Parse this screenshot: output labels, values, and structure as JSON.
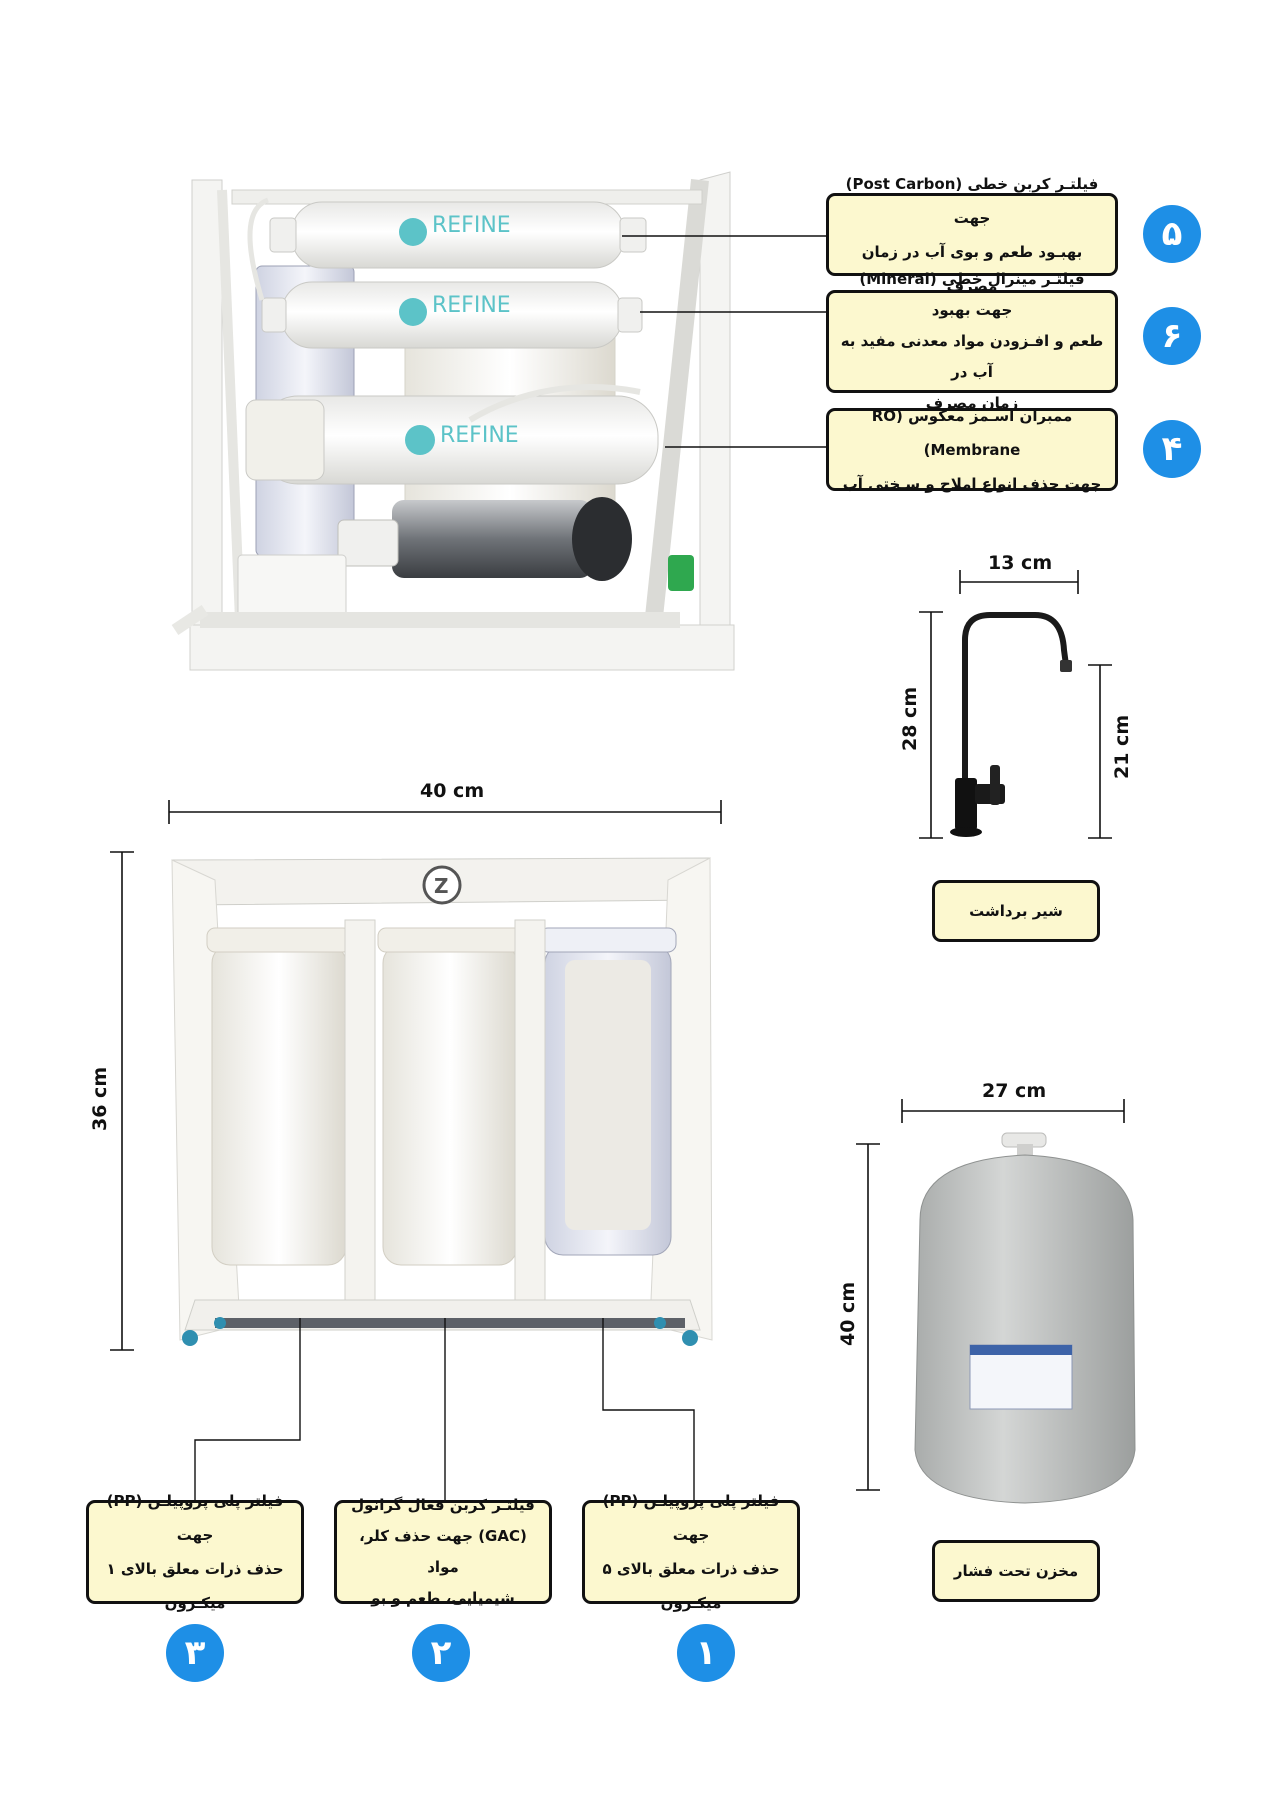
{
  "callouts": {
    "post_carbon": {
      "line1": "فیلتـر کربن خطی (Post Carbon) جهت",
      "line2": "بهبـود طعم و بوی آب در زمان مصرف"
    },
    "mineral": {
      "line1": "فیلتـر مینرال خطی (Mineral) جهت بهبود",
      "line2": "طعم و افـزودن مواد معدنی مفید به آب در",
      "line3": "زمان مصرف"
    },
    "ro_membrane": {
      "line1": "ممبران اسـمز معکوس (RO Membrane)",
      "line2": "جهت حذف انواع املاح و سـختی آب"
    },
    "faucet": {
      "label": "شیر برداشت"
    },
    "tank": {
      "label": "مخزن تحت فشار"
    },
    "pp3": {
      "line1": "فیلتر پلی پروپیلـن (PP) جهت",
      "line2": "حذف ذرات معلق بالای ۱ میکـرون"
    },
    "gac": {
      "line1": "فیلتـر کربن فعال گرانول",
      "line2": "(GAC) جهت حذف کلر، مواد",
      "line3": "شیمیایی، طعم و بو"
    },
    "pp1": {
      "line1": "فیلتر پلی پروپیلـن (PP) جهت",
      "line2": "حذف ذرات معلق بالای ۵ میکـرون"
    }
  },
  "badges": {
    "b5": "۵",
    "b6": "۶",
    "b4": "۴",
    "b3": "۳",
    "b2": "۲",
    "b1": "۱"
  },
  "dims": {
    "faucet_width": "13 cm",
    "faucet_height": "28 cm",
    "faucet_spout": "21 cm",
    "unit_width": "40 cm",
    "unit_height": "36 cm",
    "tank_width": "27 cm",
    "tank_height": "40 cm"
  },
  "brand": {
    "name": "REFINE"
  },
  "colors": {
    "badge": "#1e8fe6",
    "callout_bg": "#fcf8cf"
  }
}
